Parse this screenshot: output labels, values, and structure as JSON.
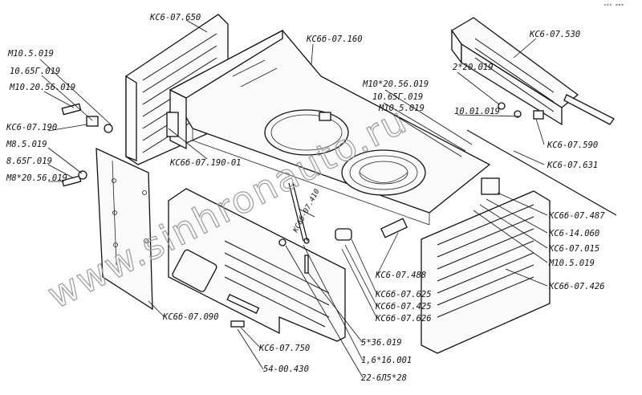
{
  "corner_mark": "ᵘᵈᵏ ᵐᵐᵐ",
  "watermark": "www.sinhronauto.ru",
  "labels": {
    "l01": "КС6-07.650",
    "l02": "КС6б-07.160",
    "l03": "КС6-07.530",
    "l04": "М10.5.019",
    "l05": "10.65Г.019",
    "l06": "М10.20.56.019",
    "l07": "КС6-07.190",
    "l08": "М8.5.019",
    "l09": "8.65Г.019",
    "l10": "М8*20.56.019",
    "l11": "КС6б-07.190-01",
    "l12": "М10*20.56.019",
    "l13": "10.65Г.019",
    "l14": "М10.5.019",
    "l15": "2*20.019",
    "l16": "10.01.019",
    "l17": "КС6-07.590",
    "l18": "КС6-07.631",
    "l19": "КС6б-07.487",
    "l20": "КС6-14.060",
    "l21": "КС6-07.015",
    "l22": "М10.5.019",
    "l23": "КС6б-07.426",
    "l24": "КС6-07.488",
    "l25": "КС6б-07.625",
    "l26": "КС6б-07.425",
    "l27": "КС6б-07.626",
    "l28": "5*36.019",
    "l29": "1,6*16.001",
    "l30": "22-6Л5*28",
    "l31": "КС6б-07.090",
    "l32": "КС6-07.750",
    "l33": "54-00.430",
    "l34": "КС6б-07.410"
  }
}
